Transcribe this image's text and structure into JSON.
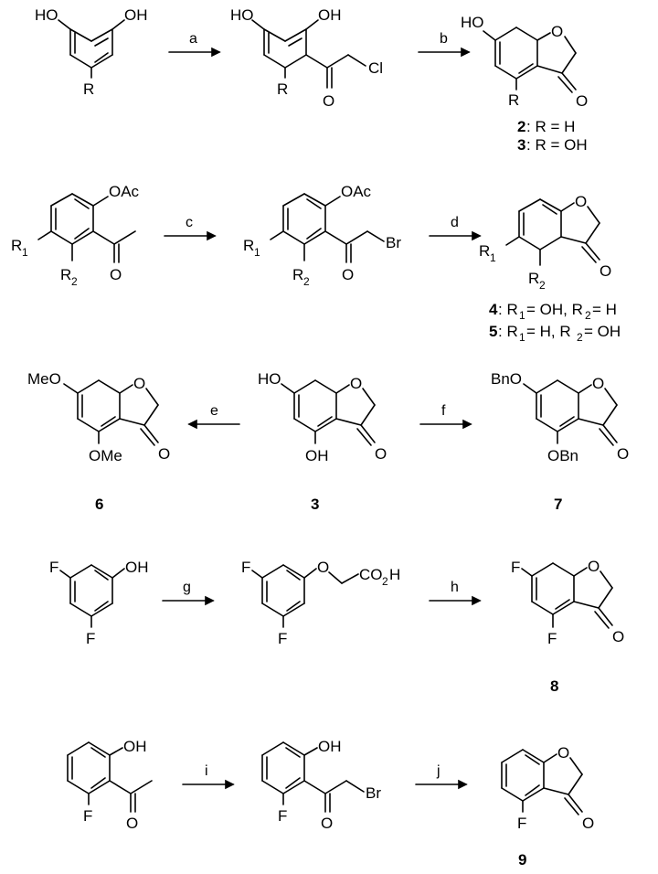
{
  "arrows": [
    {
      "label": "a"
    },
    {
      "label": "b"
    },
    {
      "label": "c"
    },
    {
      "label": "d"
    },
    {
      "label": "e"
    },
    {
      "label": "f"
    },
    {
      "label": "g"
    },
    {
      "label": "h"
    },
    {
      "label": "i"
    },
    {
      "label": "j"
    }
  ],
  "compounds": {
    "c2": "2",
    "c2_text": ": R = H",
    "c3": "3",
    "c3_text": ": R = OH",
    "c4": "4",
    "c5": "5",
    "c3b": "3",
    "c6": "6",
    "c7": "7",
    "c8": "8",
    "c9": "9"
  },
  "atoms": {
    "HO": "HO",
    "OH": "OH",
    "R": "R",
    "Cl": "Cl",
    "O": "O",
    "OAc": "OAc",
    "R1": "R",
    "R2": "R",
    "Br": "Br",
    "MeO": "MeO",
    "OMe": "OMe",
    "BnO": "BnO",
    "OBn": "OBn",
    "F": "F",
    "CO2H": "CO",
    "H": "H"
  }
}
